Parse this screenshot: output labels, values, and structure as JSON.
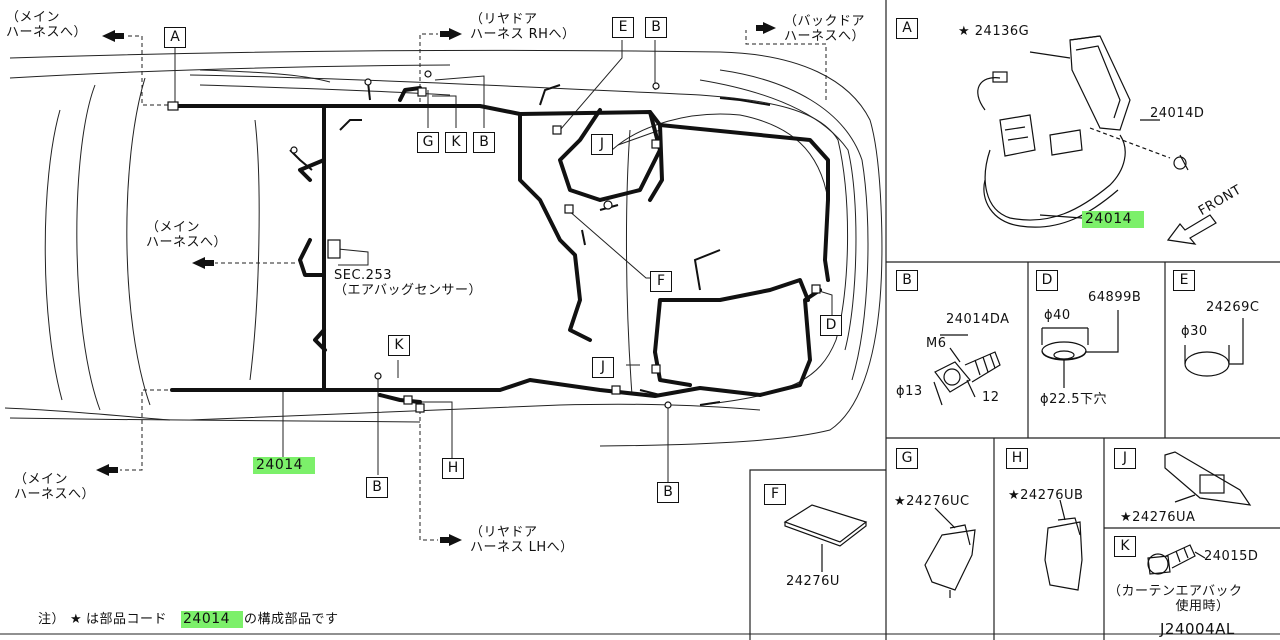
{
  "diagram_id": "J24004AL",
  "main_harness_dirs": {
    "top_left": "（メイン\nハーネスへ）",
    "mid_left": "（メイン\nハーネスへ）",
    "bottom_left": "（メイン\nハーネスへ）"
  },
  "rear_door_rh": "（リヤドア\nハーネス RHへ）",
  "back_door": "（バックドア\nハーネスへ）",
  "rear_door_lh": "（リヤドア\nハーネス LHへ）",
  "sec_ref": "SEC.253\n（エアバッグセンサー）",
  "main_part": "24014",
  "callouts": {
    "A": "A",
    "B": "B",
    "D": "D",
    "E": "E",
    "F": "F",
    "G": "G",
    "H": "H",
    "J": "J",
    "K": "K"
  },
  "panel_a": {
    "letter": "A",
    "star_part": "★ 24136G",
    "bolt_part": "24014D",
    "harness_part": "24014",
    "front_label": "FRONT"
  },
  "panel_b": {
    "letter": "B",
    "part": "24014DA",
    "bolt": "M6",
    "dia": "ϕ13",
    "len": "12"
  },
  "panel_d": {
    "letter": "D",
    "part": "64899B",
    "dia": "ϕ40",
    "hole": "ϕ22.5下穴"
  },
  "panel_e": {
    "letter": "E",
    "part": "24269C",
    "dia": "ϕ30"
  },
  "panel_f": {
    "letter": "F",
    "part": "24276U"
  },
  "panel_g": {
    "letter": "G",
    "part": "★24276UC"
  },
  "panel_h": {
    "letter": "H",
    "part": "★24276UB"
  },
  "panel_j": {
    "letter": "J",
    "part": "★24276UA"
  },
  "panel_k": {
    "letter": "K",
    "part": "24015D",
    "note": "（カーテンエアバック\n　　　　　使用時）"
  },
  "note": {
    "prefix": "注）",
    "star": "★",
    "text1": "は部品コード",
    "code": "24014",
    "text2": "の構成部品です"
  },
  "colors": {
    "highlight": "#7cf06a",
    "line": "#111111"
  }
}
